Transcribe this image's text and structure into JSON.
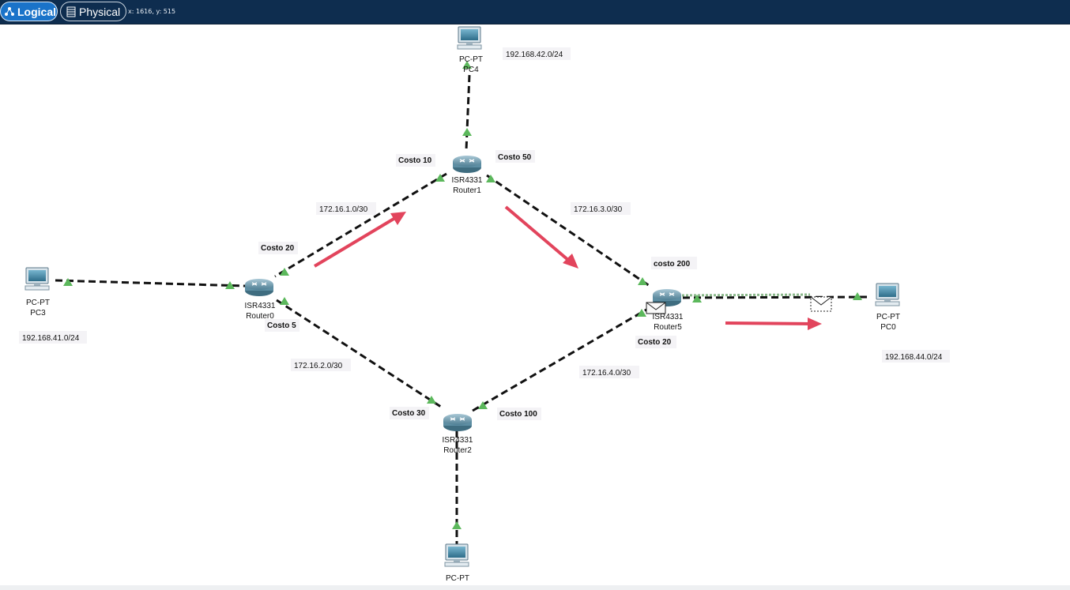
{
  "toolbar": {
    "logical_label": "Logical",
    "physical_label": "Physical",
    "coords": "x: 1616, y: 515"
  },
  "devices": {
    "pc4": {
      "model": "PC-PT",
      "name": "PC4"
    },
    "router1": {
      "model": "ISR4331",
      "name": "Router1"
    },
    "pc3": {
      "model": "PC-PT",
      "name": "PC3"
    },
    "router0": {
      "model": "ISR4331",
      "name": "Router0"
    },
    "router5": {
      "model": "ISR4331",
      "name": "Router5"
    },
    "pc0": {
      "model": "PC-PT",
      "name": "PC0"
    },
    "router2": {
      "model": "ISR4331",
      "name": "Router2"
    },
    "pc_bottom": {
      "model": "PC-PT"
    }
  },
  "networks": {
    "n42": "192.168.42.0/24",
    "n41": "192.168.41.0/24",
    "n44": "192.168.44.0/24",
    "n1": "172.16.1.0/30",
    "n3": "172.16.3.0/30",
    "n2": "172.16.2.0/30",
    "n4": "172.16.4.0/30"
  },
  "costs": {
    "r1_left": "Costo 10",
    "r1_right": "Costo 50",
    "r0_top": "Costo 20",
    "r0_bottom": "Costo 5",
    "r5_top": "costo 200",
    "r5_bottom": "Costo 20",
    "r2_left": "Costo 30",
    "r2_right": "Costo 100"
  },
  "colors": {
    "link": "#111111",
    "port_up": "#5cb85c",
    "arrow": "#e2445c",
    "topbar": "#0e2d4f",
    "router": "#5d93a8",
    "pc": "#3c7d99"
  }
}
